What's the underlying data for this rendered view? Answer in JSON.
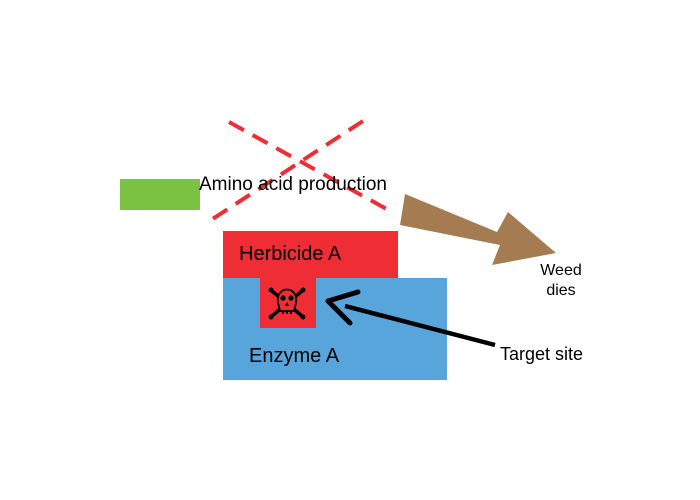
{
  "colors": {
    "green_bar": "#7bc242",
    "herbicide_block": "#ee2d35",
    "enzyme_block": "#58a5dc",
    "cross_dashes": "#ee2d35",
    "brown_arrow": "#a57c52",
    "pointer_arrow": "#000000",
    "text": "#000000"
  },
  "labels": {
    "amino_acid_production": "Amino acid production",
    "herbicide": "Herbicide A",
    "enzyme": "Enzyme A",
    "target_site": "Target site",
    "weed_line1": "Weed",
    "weed_line2": "dies"
  },
  "icons": {
    "toxin_symbol": "skull-and-crossbones-icon",
    "blocked_mark": "dashed-x-cross",
    "outcome_arrow": "block-arrow",
    "pointer": "line-arrow"
  }
}
